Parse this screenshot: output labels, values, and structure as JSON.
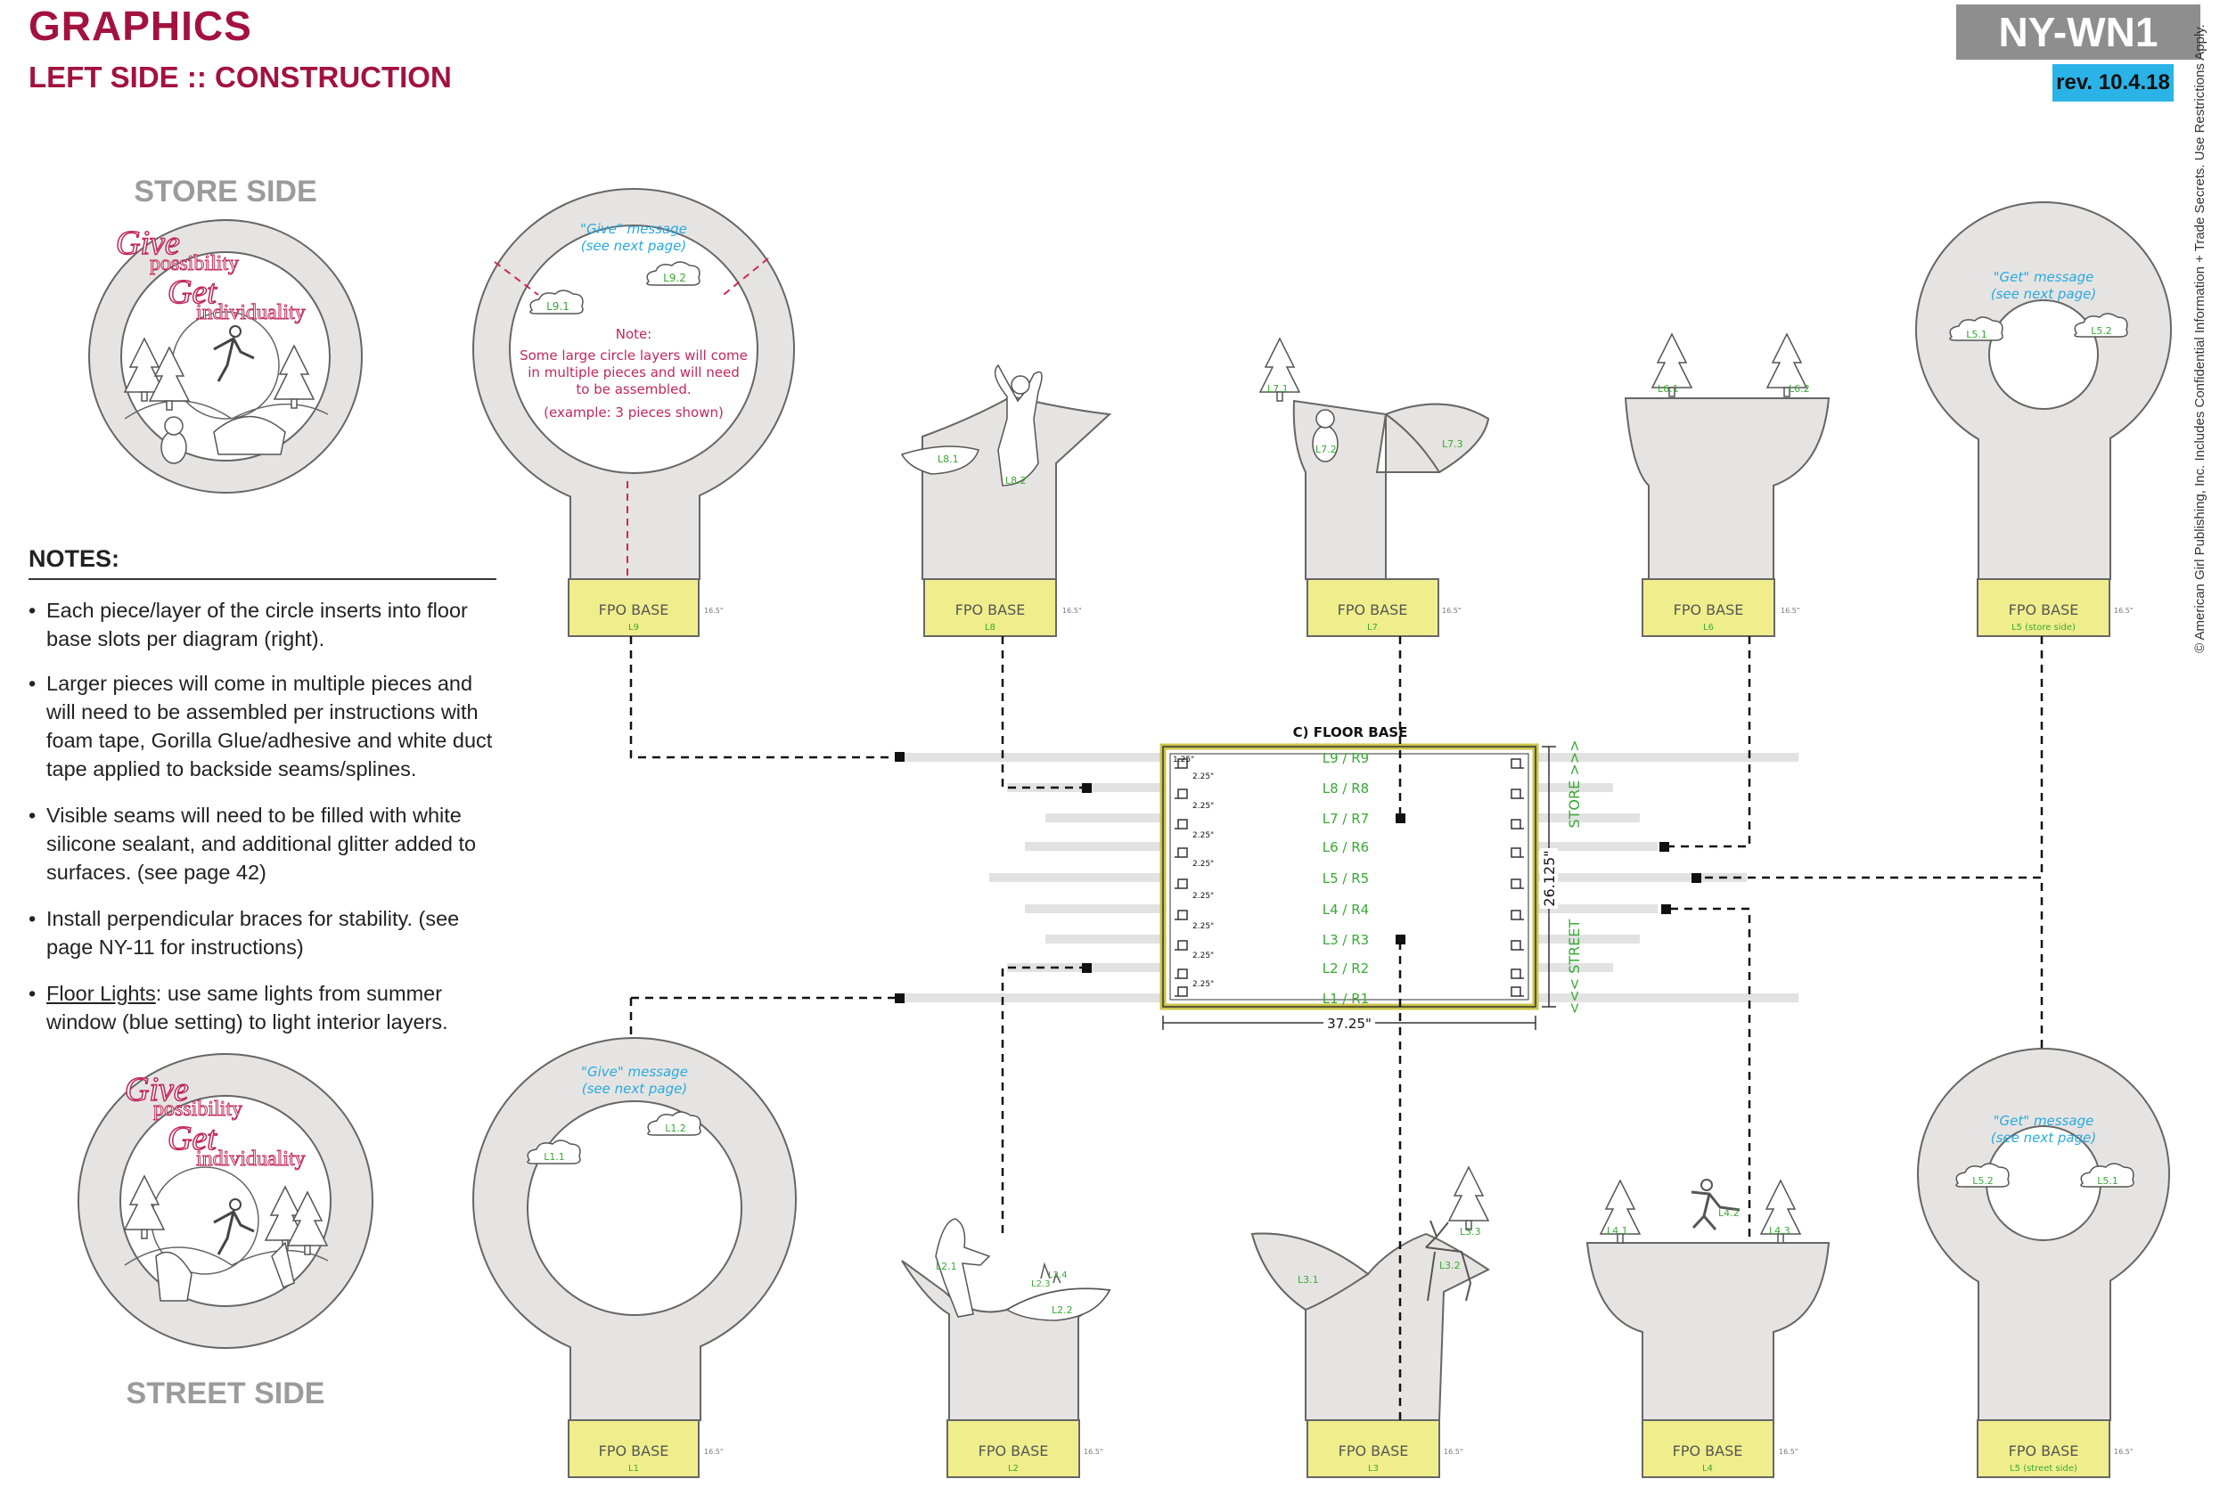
{
  "header": {
    "title": "GRAPHICS",
    "subtitle": "LEFT SIDE :: CONSTRUCTION",
    "code": "NY-WN1",
    "revision": "rev. 10.4.18",
    "copyright": "© American Girl Publishing, Inc. Includes Confidential Information + Trade Secrets. Use Restrictions Apply."
  },
  "preview": {
    "store_label": "STORE SIDE",
    "street_label": "STREET SIDE",
    "give_word": "Give",
    "possibility_word": "possibility",
    "get_word": "Get",
    "individuality_word": "individuality"
  },
  "notes": {
    "heading": "NOTES:",
    "items": [
      "Each piece/layer of the circle inserts into floor base slots per diagram (right).",
      "Larger pieces will come in multiple pieces and will need to be assembled per instructions with foam tape, Gorilla Glue/adhesive and white duct tape applied to backside seams/splines.",
      "Visible seams will need to be filled with white silicone sealant, and additional glitter added to surfaces. (see page 42)",
      "Install perpendicular braces for stability. (see page NY-11 for instructions)"
    ],
    "floor_lights_label": "Floor Lights",
    "floor_lights_text": ": use same lights from summer window (blue setting) to light interior layers."
  },
  "pieces": {
    "base_label": "FPO BASE",
    "base_height": "16.5\"",
    "give_message": "\"Give\" message",
    "get_message": "\"Get\" message",
    "see_next": "(see next page)",
    "note_title": "Note:",
    "note_line1": "Some large circle layers will come",
    "note_line2": "in multiple pieces and will need",
    "note_line3": "to be assembled.",
    "note_example": "(example: 3 pieces shown)",
    "l9": "L9",
    "l9_1": "L9.1",
    "l9_2": "L9.2",
    "l8": "L8",
    "l8_1": "L8.1",
    "l8_2": "L8.2",
    "l7": "L7",
    "l7_1": "L7.1",
    "l7_2": "L7.2",
    "l7_3": "L7.3",
    "l6": "L6",
    "l6_1": "L6.1",
    "l6_2": "L6.2",
    "l5_store": "L5 (store side)",
    "l5_1": "L5.1",
    "l5_2": "L5.2",
    "l1": "L1",
    "l1_1": "L1.1",
    "l1_2": "L1.2",
    "l2": "L2",
    "l2_1": "L2.1",
    "l2_2": "L2.2",
    "l2_3": "L2.3",
    "l2_4": "L2.4",
    "l3": "L3",
    "l3_1": "L3.1",
    "l3_2": "L3.2",
    "l3_3": "L3.3",
    "l4": "L4",
    "l4_1": "L4.1",
    "l4_2": "L4.2",
    "l4_3": "L4.3",
    "l5_street": "L5 (street side)"
  },
  "floor_base": {
    "title": "C) FLOOR BASE",
    "rows": [
      "L9 / R9",
      "L8 / R8",
      "L7 / R7",
      "L6 / R6",
      "L5 / R5",
      "L4 / R4",
      "L3 / R3",
      "L2 / R2",
      "L1 / R1"
    ],
    "spacing_label": "2.25\"",
    "edge_label": "1.25\"",
    "width_label": "37.25\"",
    "height_label": "26.125\"",
    "store_label": "STORE >>>",
    "street_label": "<<< STREET"
  },
  "colors": {
    "accent": "#a3123f",
    "piece_fill": "#e6e4e2",
    "base_fill": "#f0ee8c",
    "message_blue": "#29a9e0",
    "label_green": "#39a935",
    "note_red": "#c0285a"
  }
}
